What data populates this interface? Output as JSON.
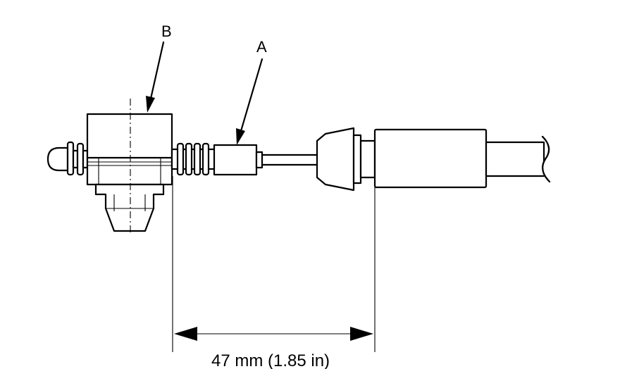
{
  "labels": {
    "a": "A",
    "b": "B"
  },
  "dimension": {
    "text": "47 mm (1.85 in)"
  }
}
